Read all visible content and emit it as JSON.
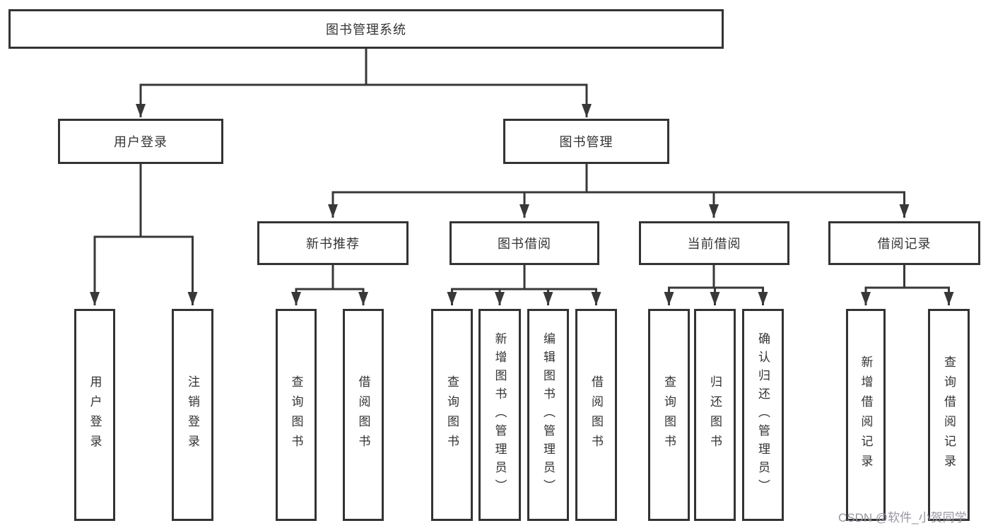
{
  "colors": {
    "line": "#383838",
    "box_border": "#333333",
    "text": "#333333",
    "background": "#ffffff",
    "watermark": "#9796a0"
  },
  "tree": {
    "label": "图书管理系统",
    "children": [
      {
        "label": "用户登录",
        "children": [
          {
            "label": "用户登录"
          },
          {
            "label": "注销登录"
          }
        ]
      },
      {
        "label": "图书管理",
        "children": [
          {
            "label": "新书推荐",
            "children": [
              {
                "label": "查询图书"
              },
              {
                "label": "借阅图书"
              }
            ]
          },
          {
            "label": "图书借阅",
            "children": [
              {
                "label": "查询图书"
              },
              {
                "label": "新增图书（管理员）"
              },
              {
                "label": "编辑图书（管理员）"
              },
              {
                "label": "借阅图书"
              }
            ]
          },
          {
            "label": "当前借阅",
            "children": [
              {
                "label": "查询图书"
              },
              {
                "label": "归还图书"
              },
              {
                "label": "确认归还（管理员）"
              }
            ]
          },
          {
            "label": "借阅记录",
            "children": [
              {
                "label": "新增借阅记录"
              },
              {
                "label": "查询借阅记录"
              }
            ]
          }
        ]
      }
    ]
  },
  "watermark": {
    "text": "CSDN @软件_小贺同学"
  }
}
